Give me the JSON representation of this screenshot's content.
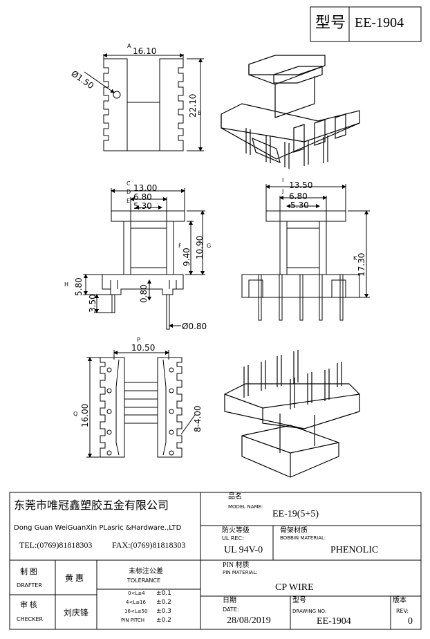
{
  "header": {
    "type_label": "型号",
    "type_value": "EE-1904"
  },
  "dims": {
    "top_width": "16.10",
    "top_width_mark": "A",
    "hole_dia": "Ø1.50",
    "top_height": "22.10",
    "top_height_mark": "B",
    "front_w1": "13.00",
    "front_w1_mark": "C",
    "front_w2": "6.80",
    "front_w2_mark": "D",
    "front_w3": "5.30",
    "front_w3_mark": "E",
    "front_h1": "9.40",
    "front_h1_mark": "F",
    "front_h2": "10.90",
    "front_h2_mark": "G",
    "front_h3": "5.80",
    "front_h3_mark": "H",
    "front_h4": "3.50",
    "front_h5": "0.80",
    "pin_dia": "Ø0.80",
    "side_w1": "13.50",
    "side_w1_mark": "I",
    "side_w2": "6.80",
    "side_w2_mark": "J",
    "side_w3": "5.30",
    "side_h1": "17.30",
    "side_h1_mark": "K",
    "bot_w": "10.50",
    "bot_w_mark": "P",
    "bot_h": "16.00",
    "bot_h_mark": "Q",
    "bot_pitch": "8-4.00"
  },
  "title_block": {
    "company_cn": "东莞市唯冠鑫塑胶五金有限公司",
    "company_en": "Dong Guan WeiGuanXin PLasric &Hardware.,LTD",
    "tel": "TEL:(0769)81818303",
    "fax": "FAX:(0769)81818303",
    "model_cn": "品名",
    "model_en": "MODEL NAME:",
    "model_value": "EE-19(5+5)",
    "ul_cn": "防火等级",
    "ul_en": "UL REC:",
    "ul_value": "UL 94V-0",
    "bobbin_cn": "骨架材质",
    "bobbin_en": "BOBBIN MATERIAL:",
    "bobbin_value": "PHENOLIC",
    "pin_cn": "PIN 材质",
    "pin_en": "PIN MATERIAL:",
    "pin_value": "CP WIRE",
    "drafter_cn": "制  图",
    "drafter_en": "DRAFTER",
    "drafter_name": "黄 惠",
    "checker_cn": "审  核",
    "checker_en": "CHECKER",
    "checker_name": "刘庆锋",
    "tol_cn": "未标注公差",
    "tol_en": "TOLERANCE",
    "tol_rows": [
      {
        "range": "0<L≤4",
        "value": "±0.1"
      },
      {
        "range": "4<L≤16",
        "value": "±0.2"
      },
      {
        "range": "16<L≤50",
        "value": "±0.3"
      },
      {
        "range": "PIN PITCH",
        "value": "±0.2"
      }
    ],
    "date_cn": "日期",
    "date_en": "DATE:",
    "date_value": "28/08/2019",
    "drawing_cn": "型号",
    "drawing_en": "DRAWING NO:",
    "drawing_value": "EE-1904",
    "rev_cn": "版本",
    "rev_en": "REV:",
    "rev_value": "0"
  }
}
